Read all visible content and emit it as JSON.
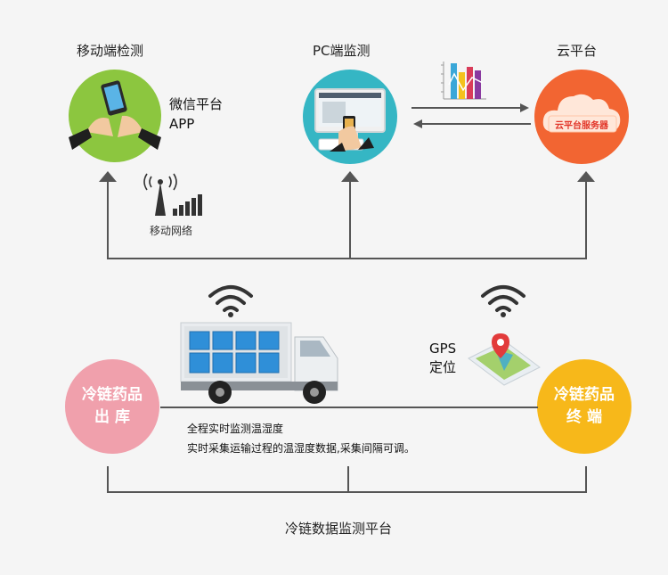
{
  "top": {
    "mobile_title": "移动端检测",
    "pc_title": "PC端监测",
    "cloud_title": "云平台",
    "wechat_line1": "微信平台",
    "wechat_line2": "APP",
    "mobile_network": "移动网络",
    "cloud_server": "云平台服务器"
  },
  "bottom": {
    "origin_line1": "冷链药品",
    "origin_line2": "出 库",
    "terminal_line1": "冷链药品",
    "terminal_line2": "终 端",
    "gps_line1": "GPS",
    "gps_line2": "定位",
    "desc_line1": "全程实时监测温湿度",
    "desc_line2": "实时采集运输过程的温湿度数据,采集间隔可调。",
    "platform": "冷链数据监测平台"
  },
  "colors": {
    "green": "#8cc63f",
    "teal": "#35b6c4",
    "orange": "#f26532",
    "pink": "#f0a0ac",
    "yellow": "#f7b81a"
  },
  "icons": [
    "phone-in-hands-icon",
    "pc-monitor-icon",
    "cloud-icon",
    "signal-tower-icon",
    "wifi-icon",
    "truck-icon",
    "map-pin-icon",
    "bar-chart-icon"
  ]
}
